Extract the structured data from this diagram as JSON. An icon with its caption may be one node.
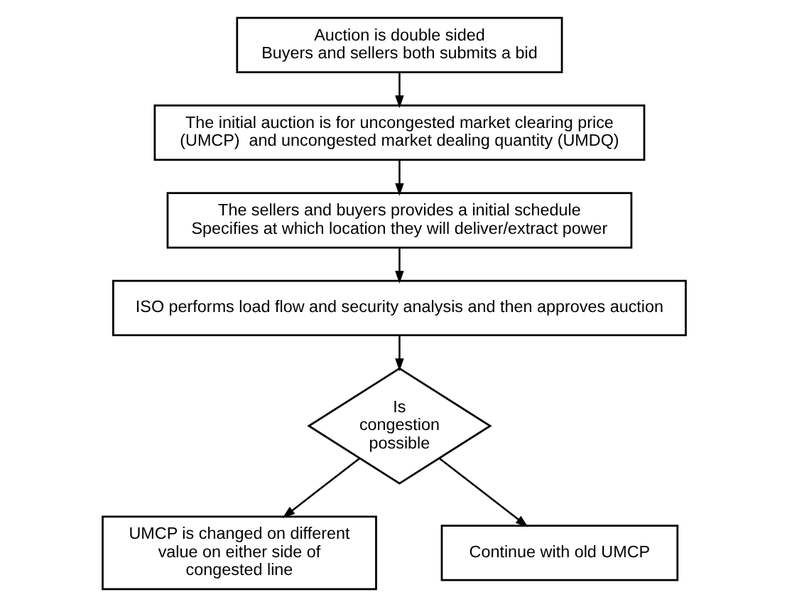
{
  "diagram": {
    "nodes": [
      {
        "text": [
          "Auction is double sided",
          "Buyers and sellers both submits a bid"
        ]
      },
      {
        "text": [
          "The initial auction is for uncongested market clearing price (UMCP)  and uncongested market dealing quantity (UMDQ)"
        ]
      },
      {
        "text": [
          "The sellers and buyers provides a initial schedule",
          "Specifies at which location they will deliver/extract power"
        ]
      },
      {
        "text": [
          "ISO performs load flow and security analysis and then approves auction"
        ]
      },
      {
        "text": [
          "Is congestion possible"
        ]
      },
      {
        "text": [
          "UMCP is changed on different value on either side of congested line"
        ]
      },
      {
        "text": [
          "Continue with old UMCP"
        ]
      }
    ],
    "edges": [
      {
        "from": 0,
        "to": 1,
        "arrow": "to"
      },
      {
        "from": 1,
        "to": 2,
        "arrow": "to"
      },
      {
        "from": 2,
        "to": 3,
        "arrow": "to"
      },
      {
        "from": 3,
        "to": 4,
        "arrow": "to"
      },
      {
        "from": 4,
        "to": 5,
        "arrow": "to"
      },
      {
        "from": 4,
        "to": 6,
        "arrow": "to"
      }
    ]
  }
}
